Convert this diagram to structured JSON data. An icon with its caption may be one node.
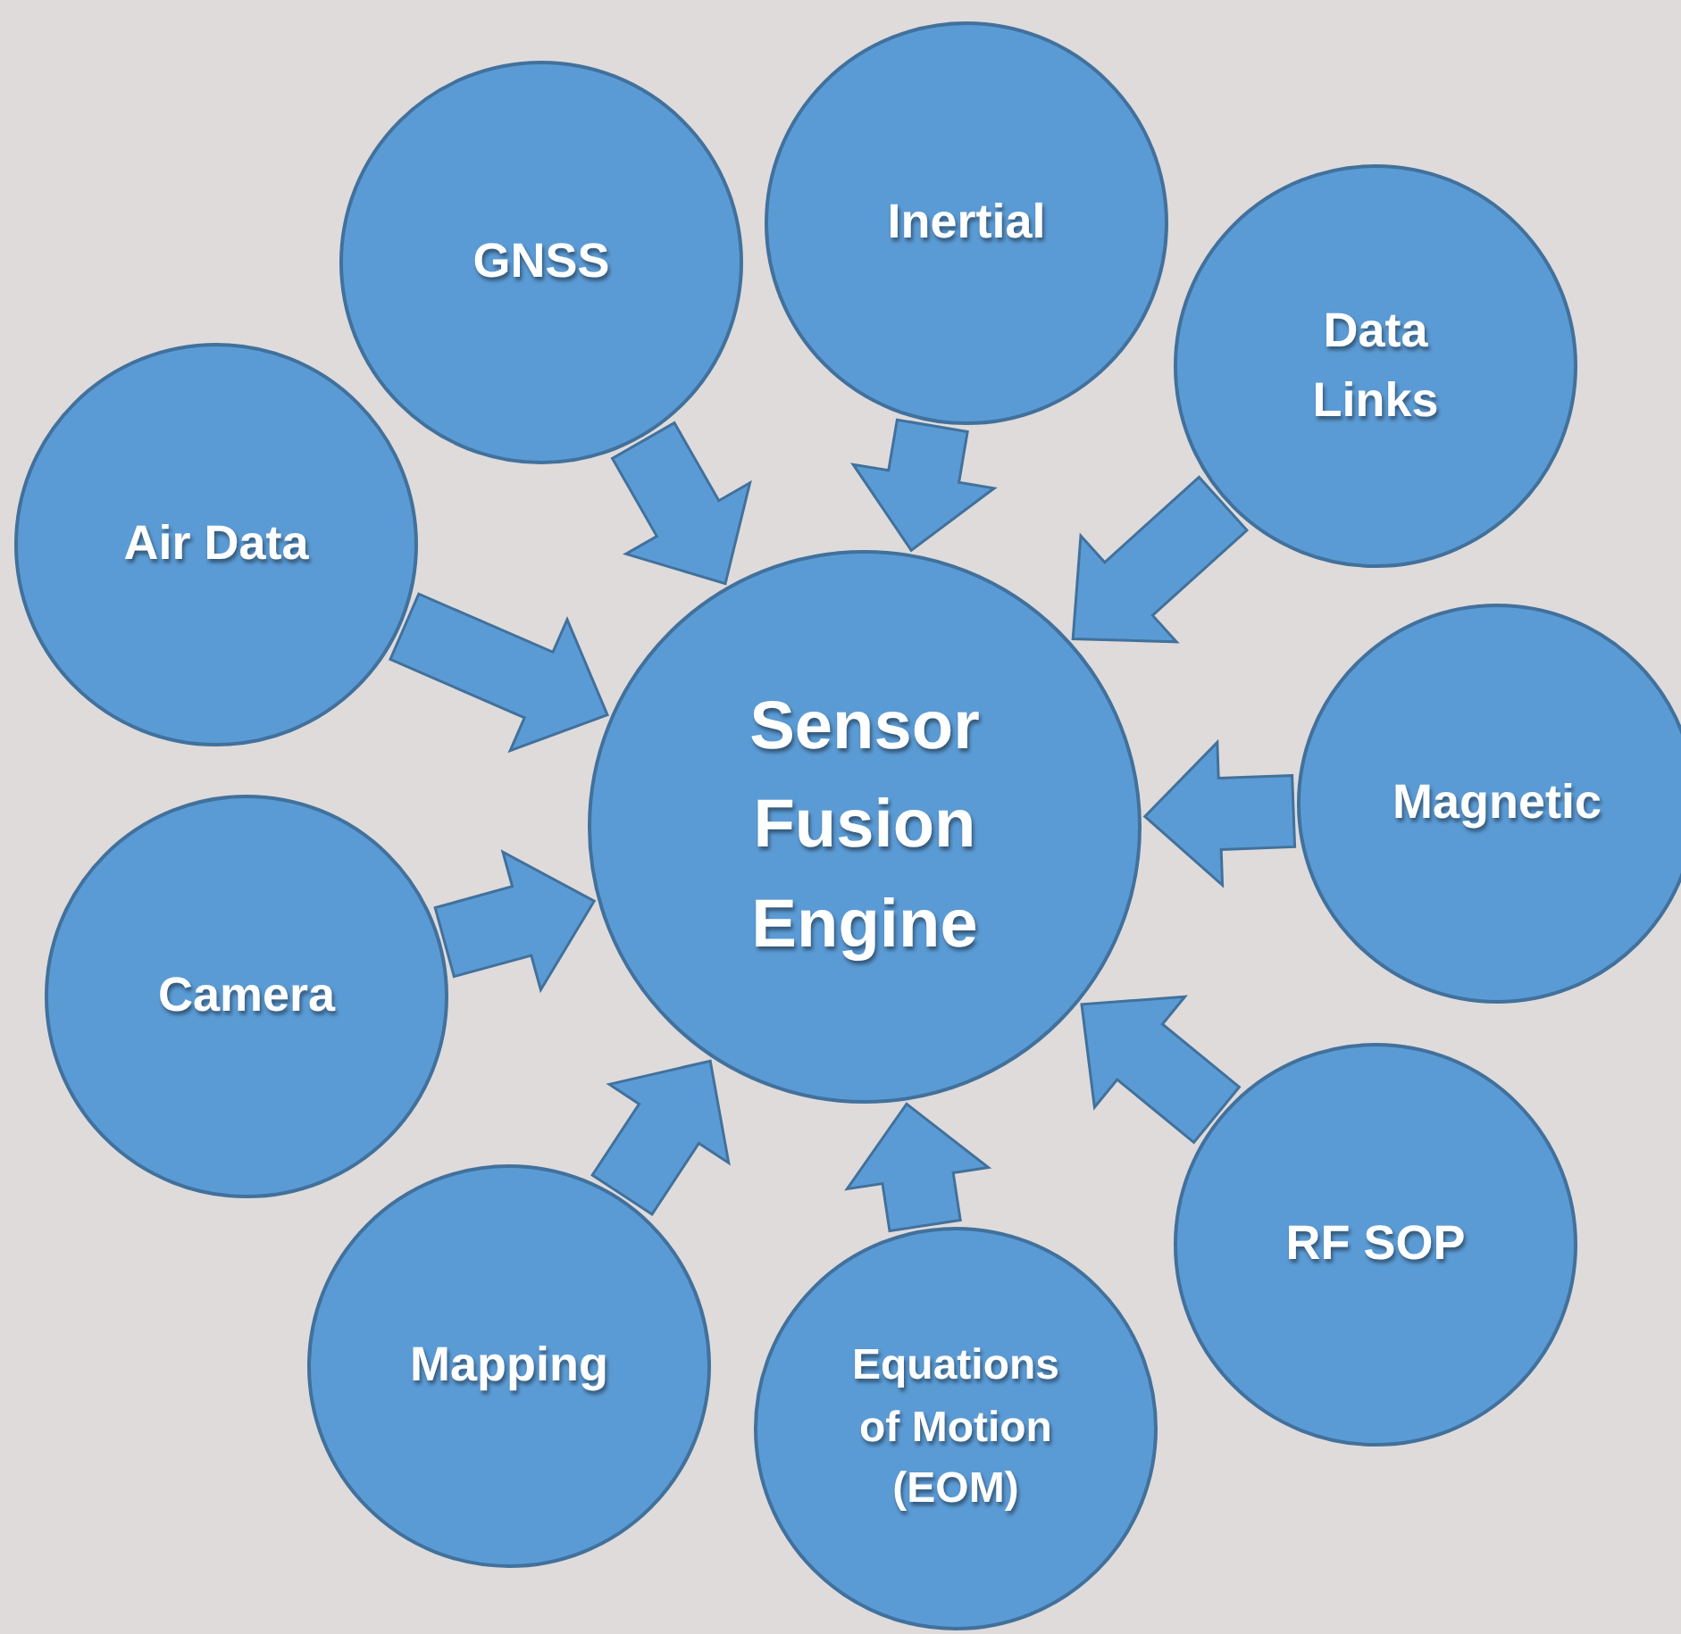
{
  "diagram": {
    "nodes": [
      {
        "text": [
          "Sensor Fusion Engine"
        ]
      },
      {
        "text": [
          "GNSS"
        ]
      },
      {
        "text": [
          "Inertial"
        ]
      },
      {
        "text": [
          "Data Links"
        ]
      },
      {
        "text": [
          "Air Data"
        ]
      },
      {
        "text": [
          "Magnetic"
        ]
      },
      {
        "text": [
          "Camera"
        ]
      },
      {
        "text": [
          "RF SOP"
        ]
      },
      {
        "text": [
          "Mapping"
        ]
      },
      {
        "text": [
          "Equations of Motion (EOM)"
        ]
      }
    ],
    "edges": [
      {
        "from": 1,
        "to": 0,
        "arrow": "to"
      },
      {
        "from": 2,
        "to": 0,
        "arrow": "to"
      },
      {
        "from": 3,
        "to": 0,
        "arrow": "to"
      },
      {
        "from": 4,
        "to": 0,
        "arrow": "to"
      },
      {
        "from": 5,
        "to": 0,
        "arrow": "to"
      },
      {
        "from": 6,
        "to": 0,
        "arrow": "to"
      },
      {
        "from": 7,
        "to": 0,
        "arrow": "to"
      },
      {
        "from": 8,
        "to": 0,
        "arrow": "to"
      },
      {
        "from": 9,
        "to": 0,
        "arrow": "to"
      }
    ]
  }
}
